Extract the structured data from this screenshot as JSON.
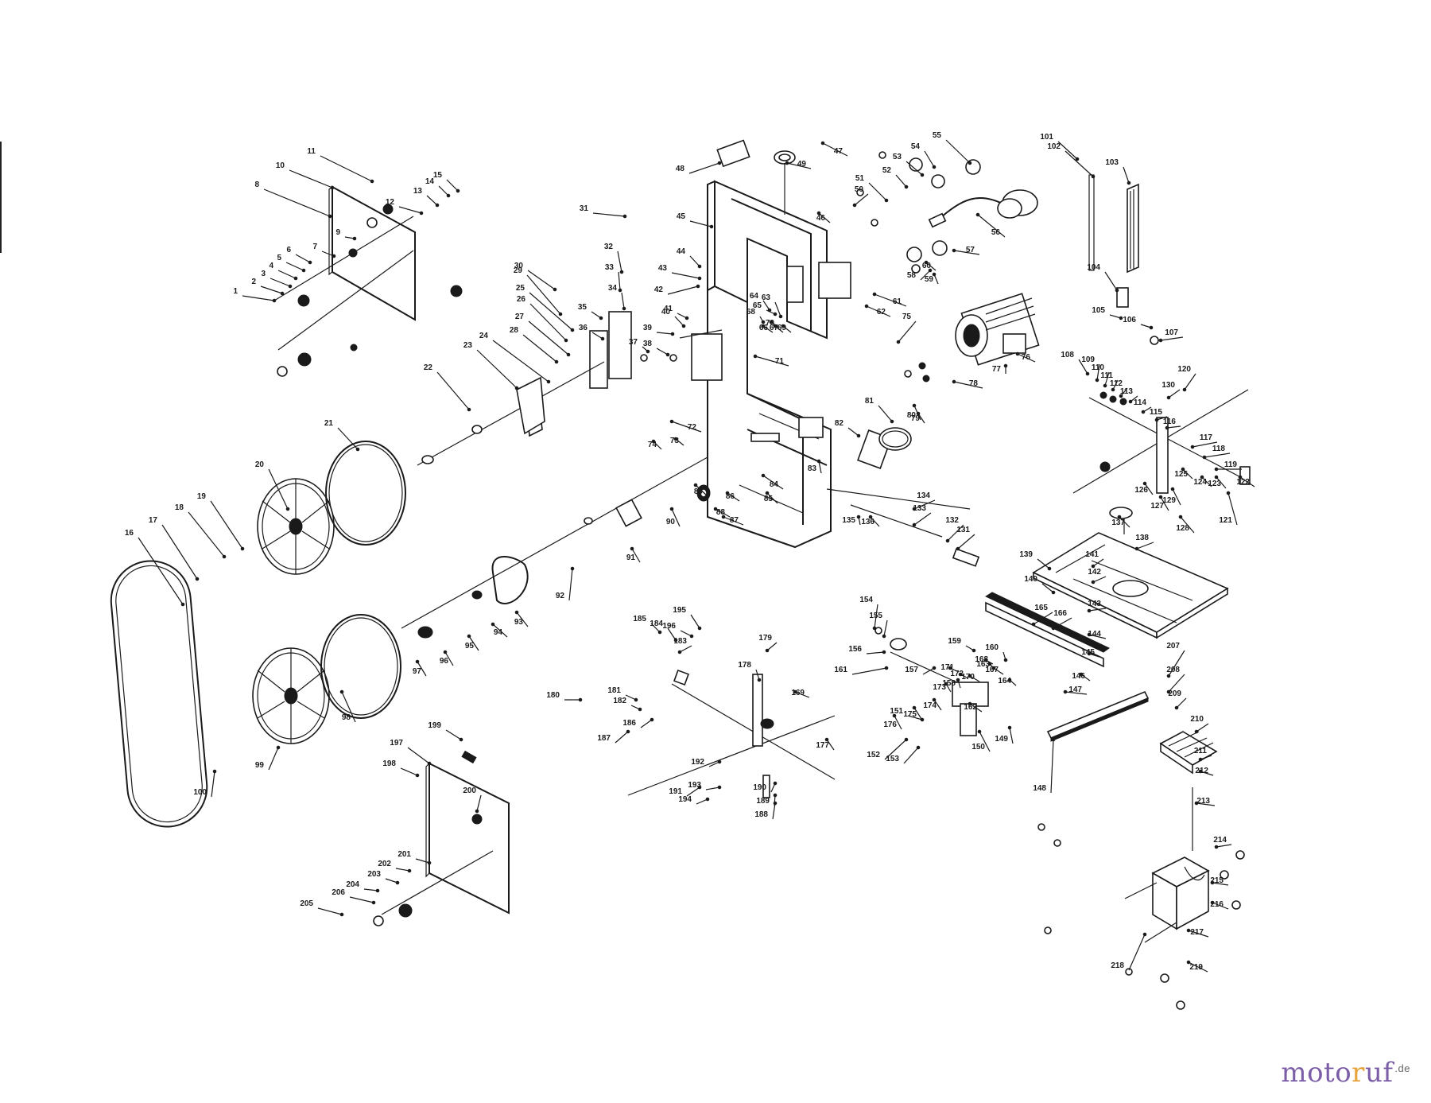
{
  "diagram": {
    "part_numbers": [
      "1",
      "2",
      "3",
      "4",
      "5",
      "6",
      "7",
      "8",
      "9",
      "10",
      "11",
      "12",
      "13",
      "14",
      "15",
      "16",
      "17",
      "18",
      "19",
      "20",
      "21",
      "22",
      "23",
      "24",
      "25",
      "26",
      "27",
      "28",
      "29",
      "30",
      "31",
      "32",
      "33",
      "34",
      "35",
      "36",
      "37",
      "38",
      "39",
      "40",
      "41",
      "42",
      "43",
      "44",
      "45",
      "46",
      "47",
      "48",
      "49",
      "50",
      "51",
      "52",
      "53",
      "54",
      "55",
      "56",
      "57",
      "58",
      "59",
      "60",
      "61",
      "62",
      "63",
      "64",
      "65",
      "66",
      "67",
      "68",
      "69",
      "70",
      "71",
      "72",
      "73",
      "74",
      "75",
      "76",
      "77",
      "78",
      "79",
      "80",
      "81",
      "82",
      "83",
      "84",
      "85",
      "86",
      "87",
      "88",
      "89",
      "90",
      "91",
      "92",
      "93",
      "94",
      "95",
      "96",
      "97",
      "98",
      "99",
      "100",
      "101",
      "102",
      "103",
      "104",
      "105",
      "106",
      "107",
      "108",
      "109",
      "110",
      "111",
      "112",
      "113",
      "114",
      "115",
      "116",
      "117",
      "118",
      "119",
      "120",
      "121",
      "122",
      "123",
      "124",
      "125",
      "126",
      "127",
      "128",
      "129",
      "130",
      "131",
      "132",
      "133",
      "134",
      "135",
      "136",
      "137",
      "138",
      "139",
      "140",
      "141",
      "142",
      "143",
      "144",
      "145",
      "146",
      "147",
      "148",
      "149",
      "150",
      "151",
      "152",
      "153",
      "154",
      "155",
      "156",
      "157",
      "158",
      "159",
      "160",
      "161",
      "162",
      "163",
      "164",
      "165",
      "166",
      "167",
      "168",
      "169",
      "170",
      "171",
      "172",
      "173",
      "174",
      "175",
      "176",
      "177",
      "178",
      "179",
      "180",
      "181",
      "182",
      "183",
      "184",
      "185",
      "186",
      "187",
      "188",
      "189",
      "190",
      "191",
      "192",
      "193",
      "194",
      "195",
      "196",
      "197",
      "198",
      "199",
      "200",
      "201",
      "202",
      "203",
      "204",
      "205",
      "206",
      "207",
      "208",
      "209",
      "210",
      "211",
      "212",
      "213",
      "214",
      "215",
      "216",
      "217",
      "218",
      "219"
    ]
  },
  "watermark": {
    "part1": "moto",
    "part2": "r",
    "part3": "uf",
    "tld": ".de"
  }
}
